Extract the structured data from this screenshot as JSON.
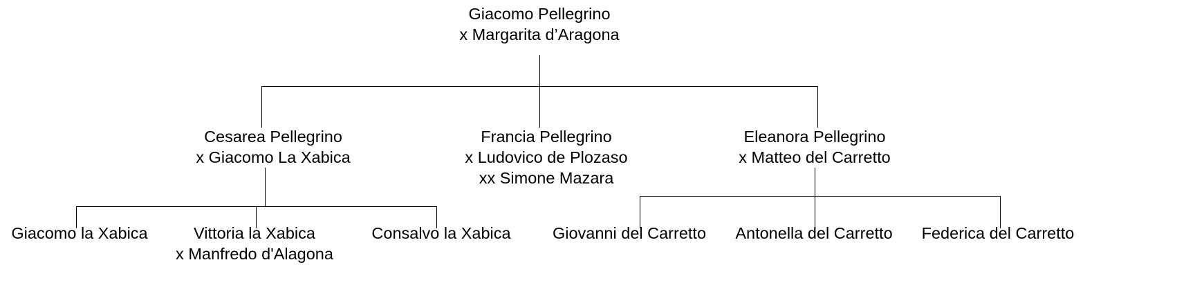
{
  "diagram": {
    "kind": "genealogical-family-tree",
    "background_color": "#ffffff",
    "text_color": "#000000",
    "line_color": "#000000"
  },
  "generation1": {
    "root": {
      "name": "Giacomo Pellegrino",
      "spouse": "x Margarita d’Aragona"
    }
  },
  "generation2": {
    "child1": {
      "name": "Cesarea Pellegrino",
      "spouse": "x Giacomo La Xabica"
    },
    "child2": {
      "name": "Francia Pellegrino",
      "spouse": "x Ludovico de Plozaso",
      "spouse2": "xx Simone Mazara"
    },
    "child3": {
      "name": "Eleanora Pellegrino",
      "spouse": "x Matteo del Carretto"
    }
  },
  "generation3": {
    "xabica": [
      {
        "name": "Giacomo la Xabica",
        "spouse": ""
      },
      {
        "name": "Vittoria la Xabica",
        "spouse": "x Manfredo d'Alagona"
      },
      {
        "name": "Consalvo la Xabica",
        "spouse": ""
      }
    ],
    "carretto": [
      {
        "name": "Giovanni del Carretto",
        "spouse": ""
      },
      {
        "name": "Antonella del Carretto",
        "spouse": ""
      },
      {
        "name": "Federica del Carretto",
        "spouse": ""
      }
    ]
  }
}
